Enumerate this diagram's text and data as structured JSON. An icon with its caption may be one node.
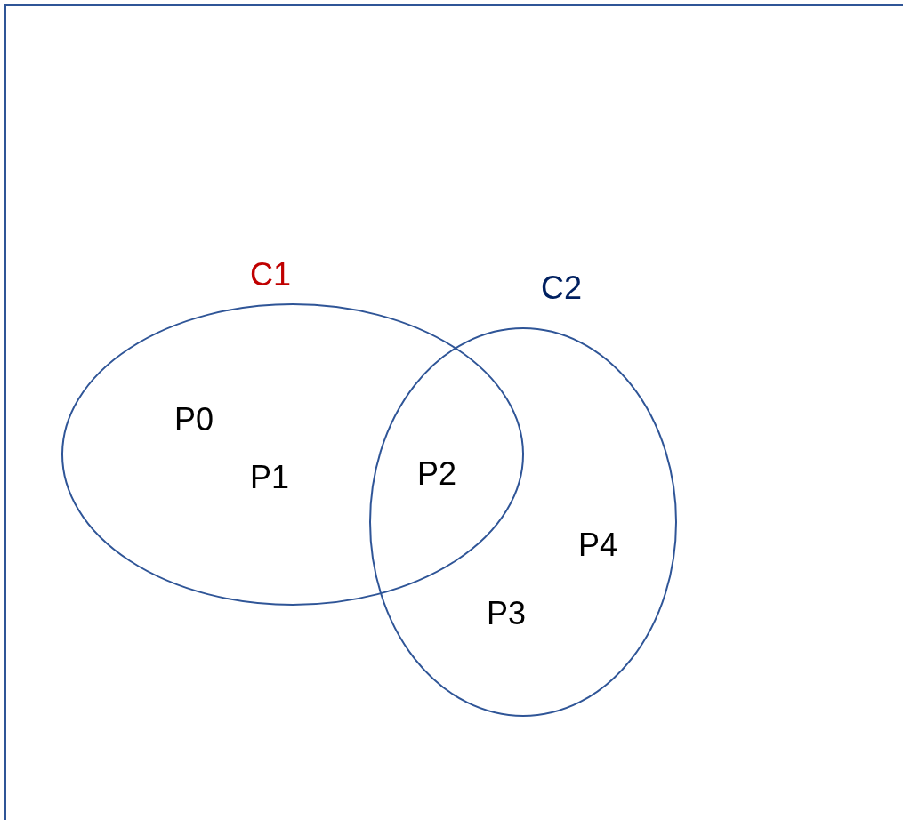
{
  "diagram": {
    "nodes": [
      {
        "text": [
          "C1"
        ]
      },
      {
        "text": [
          "C2"
        ]
      }
    ],
    "labels": [
      "P0",
      "P1",
      "P2",
      "P4",
      "P3"
    ]
  }
}
